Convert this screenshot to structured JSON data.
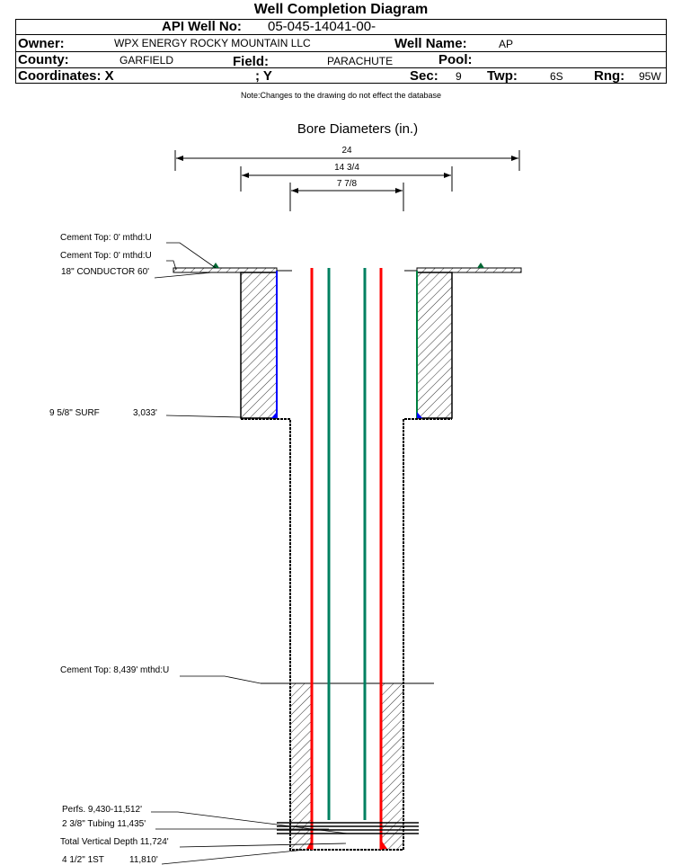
{
  "title": "Well Completion Diagram",
  "header": {
    "api_label": "API Well No:",
    "api_value": "05-045-14041-00-",
    "owner_label": "Owner:",
    "owner_value": "WPX ENERGY ROCKY MOUNTAIN LLC",
    "well_name_label": "Well Name:",
    "well_name_value": "AP",
    "county_label": "County:",
    "county_value": "GARFIELD",
    "field_label": "Field:",
    "field_value": "PARACHUTE",
    "pool_label": "Pool:",
    "coords_label": "Coordinates: X",
    "y_label": "; Y",
    "sec_label": "Sec:",
    "sec_value": "9",
    "twp_label": "Twp:",
    "twp_value": "6S",
    "rng_label": "Rng:",
    "rng_value": "95W"
  },
  "note": "Note:Changes to the drawing do not effect the database",
  "diagram": {
    "bore_title": "Bore Diameters (in.)",
    "diameters": [
      "24",
      "14 3/4",
      "7 7/8"
    ],
    "labels": {
      "cement_top_1": "Cement Top: 0' mthd:U",
      "cement_top_2": "Cement Top: 0' mthd:U",
      "conductor": "18\" CONDUCTOR  60'",
      "surf": "9 5/8\" SURF",
      "surf_depth": "3,033'",
      "cement_top_3": "Cement Top: 8,439' mthd:U",
      "perfs": "Perfs. 9,430-11,512'",
      "tubing": "2 3/8\" Tubing 11,435'",
      "tvd": "Total Vertical Depth 11,724'",
      "prod": "4 1/2\" 1ST",
      "prod_depth": "11,810'"
    },
    "colors": {
      "surface_casing": "#0000ff",
      "production_casing": "#ff0000",
      "tubing": "#008060",
      "casing_edge": "#00a000"
    }
  }
}
